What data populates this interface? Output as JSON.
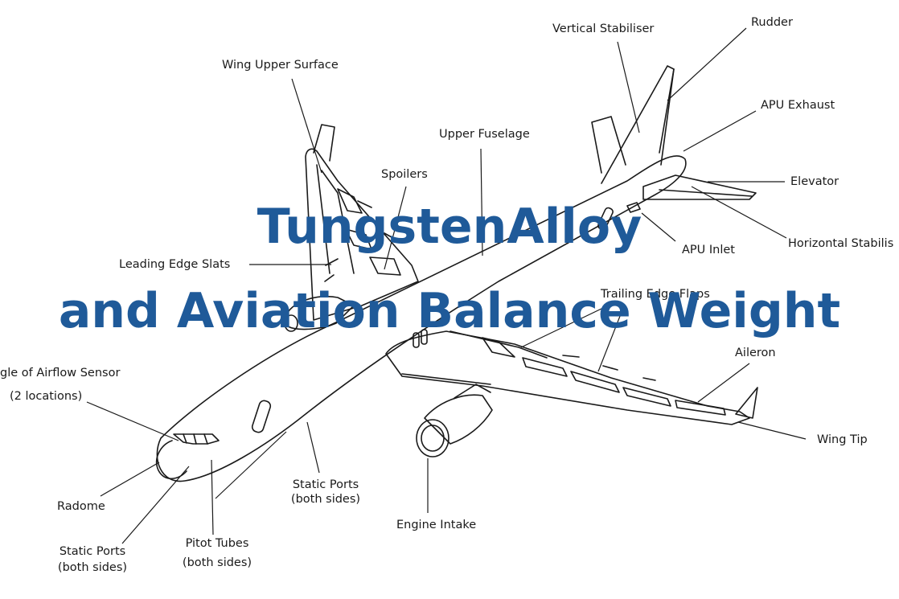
{
  "labels": {
    "vertical_stabiliser": "Vertical Stabiliser",
    "rudder": "Rudder",
    "wing_upper_surface": "Wing Upper Surface",
    "apu_exhaust": "APU Exhaust",
    "upper_fuselage": "Upper Fuselage",
    "spoilers": "Spoilers",
    "elevator": "Elevator",
    "apu_inlet": "APU Inlet",
    "horizontal_stabiliser": "Horizontal Stabilis",
    "leading_edge_slats": "Leading Edge Slats",
    "trailing_edge_flaps": "Trailing Edge Flaps",
    "aileron": "Aileron",
    "angle_of_airflow_sensor": "gle of Airflow Sensor",
    "angle_sensor_locations": "(2 locations)",
    "wing_tip": "Wing Tip",
    "radome": "Radome",
    "static_ports_right": "Static Ports",
    "static_ports_right_sub": "(both sides)",
    "engine_intake": "Engine Intake",
    "pitot_tubes": "Pitot Tubes",
    "pitot_tubes_sub": "(both sides)",
    "static_ports_left": "Static Ports",
    "static_ports_left_sub": "(both sides)"
  },
  "watermark": {
    "line1": "TungstenAlloy",
    "line2": "and Aviation Balance Weight",
    "color": "#1f5a99"
  },
  "colors": {
    "ink": "#1a1a1a",
    "background": "#ffffff"
  }
}
